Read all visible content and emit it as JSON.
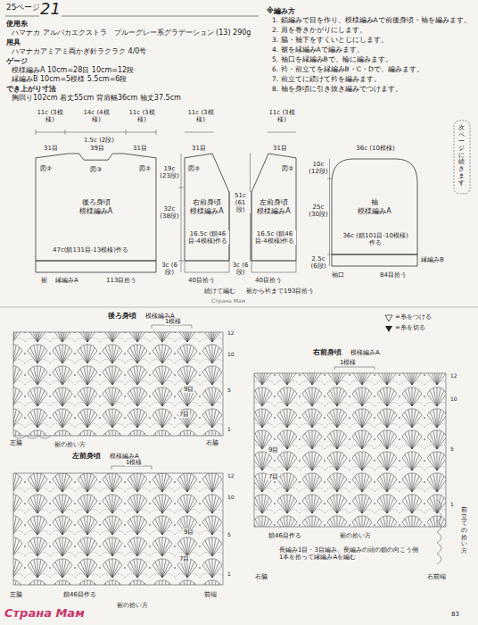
{
  "diagram": {
    "nodes": [
      {
        "text": [
          "後ろ身頃",
          "模様編みA"
        ]
      },
      {
        "text": [
          "右前身頃",
          "模様編みA"
        ]
      },
      {
        "text": [
          "左前身頃",
          "模様編みA"
        ]
      },
      {
        "text": [
          "袖",
          "模様編みA"
        ]
      },
      {
        "text": [
          "裾",
          "縁編みA"
        ]
      },
      {
        "text": [
          "袖口",
          "縁編みB"
        ]
      }
    ],
    "labels": [
      "25ページ",
      "21",
      "使用糸",
      "ハマナカ アルパカエクストラ　ブルーグレー系グラデーション (13) 290g",
      "用具",
      "ハマナカアミアミ両かぎ針ラクラク 4/0号",
      "ゲージ",
      "模様編みA 10cm=28目 10cm=12段",
      "縁編みB 10cm=5模様 5.5cm=6段",
      "でき上がり寸法",
      "胸回り102cm 着丈55cm 背肩幅36cm 袖丈37.5cm",
      "※編み方",
      "1. 鎖編みで目を作り、模様編みAで前後身頃・袖を編みます。",
      "2. 肩を巻きかがりにします。",
      "3. 脇・袖下をすくいとじにします。",
      "4. 裾を縁編みAで編みます。",
      "5. 袖口を縁編みBで、輪に編みます。",
      "6. 衿・前立てを縁編みB・C・Dで、編みます。",
      "7. 前立てに続けて衿を編みます。",
      "8. 袖を身頃に引き抜き編みでつけます。",
      "次ページに続きます",
      "11c (3模様)",
      "14c (4模様)",
      "11c (3模様)",
      "1.5c (2段)",
      "31目",
      "39目",
      "31目",
      "図②",
      "図③",
      "図②",
      "47c(鎖131目-13模様)作る",
      "113目拾う",
      "32c (38段)",
      "3c (6段)",
      "19c (23段)",
      "11c (3模様)",
      "31目",
      "図②",
      "16.5c (鎖46目-4模様)作る",
      "40目拾う",
      "続けて編む",
      "51c (61段)",
      "3c (6段)",
      "11c (3模様)",
      "31目",
      "図②",
      "16.5c (鎖46目-4模様)作る",
      "40目拾う",
      "裾から衿まで193目拾う",
      "10c (12段)",
      "36c (10模様)",
      "25c (30段)",
      "36c (鎖101目-10模様)作る",
      "84目拾う",
      "2.5c (6段)",
      "Страна Мам",
      "後ろ身頃",
      "模様編みA",
      "1模様",
      "12",
      "10",
      "5",
      "1",
      "9目",
      "7目",
      "左脇",
      "裾の拾い方",
      "右脇",
      "左前身頃",
      "模様編みA",
      "1模様",
      "12",
      "10",
      "5",
      "1",
      "9目",
      "7目",
      "左脇",
      "鎖46目作る",
      "裾の拾い方",
      "前端",
      "右前身頃",
      "模様編みA",
      "1模様",
      "12",
      "10",
      "5",
      "1",
      "9目",
      "7目",
      "裾の拾い方",
      "鎖46目作る",
      "右脇",
      "右前端",
      "長編み1目・3目編み、長編みの頭の鎖の向こう側1本を拾って縁編みAを編む",
      "前立ての拾い方",
      "83",
      "Страна Мам"
    ],
    "legend": [
      {
        "text": "=糸をつける"
      },
      {
        "text": "=糸を切る"
      }
    ]
  }
}
